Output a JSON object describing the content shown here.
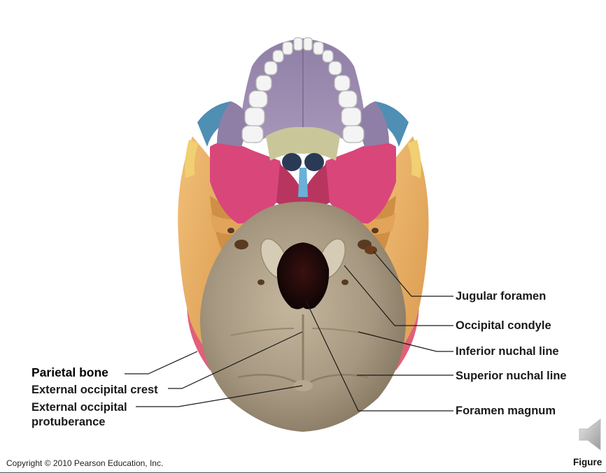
{
  "labels": {
    "jugular_foramen": "Jugular foramen",
    "occipital_condyle": "Occipital condyle",
    "inferior_nuchal_line": "Inferior nuchal line",
    "superior_nuchal_line": "Superior nuchal line",
    "foramen_magnum": "Foramen magnum",
    "parietal_bone": "Parietal bone",
    "external_occipital_crest": "External occipital crest",
    "external_occipital_protuberance_line1": "External occipital",
    "external_occipital_protuberance_line2": "protuberance"
  },
  "footer": {
    "copyright": "Copyright © 2010 Pearson Education, Inc.",
    "figure": "Figure"
  },
  "icons": {
    "speaker": "speaker-icon"
  },
  "colors": {
    "occipital": "#a89a82",
    "temporal": "#e8ad62",
    "sphenoid": "#d9467a",
    "maxilla": "#9a8aae",
    "palatine": "#c9c79a",
    "zygomatic": "#4e8fb3",
    "vomer": "#6ab0d8",
    "parietal": "#e0607a",
    "teeth": "#f4f4f4"
  }
}
